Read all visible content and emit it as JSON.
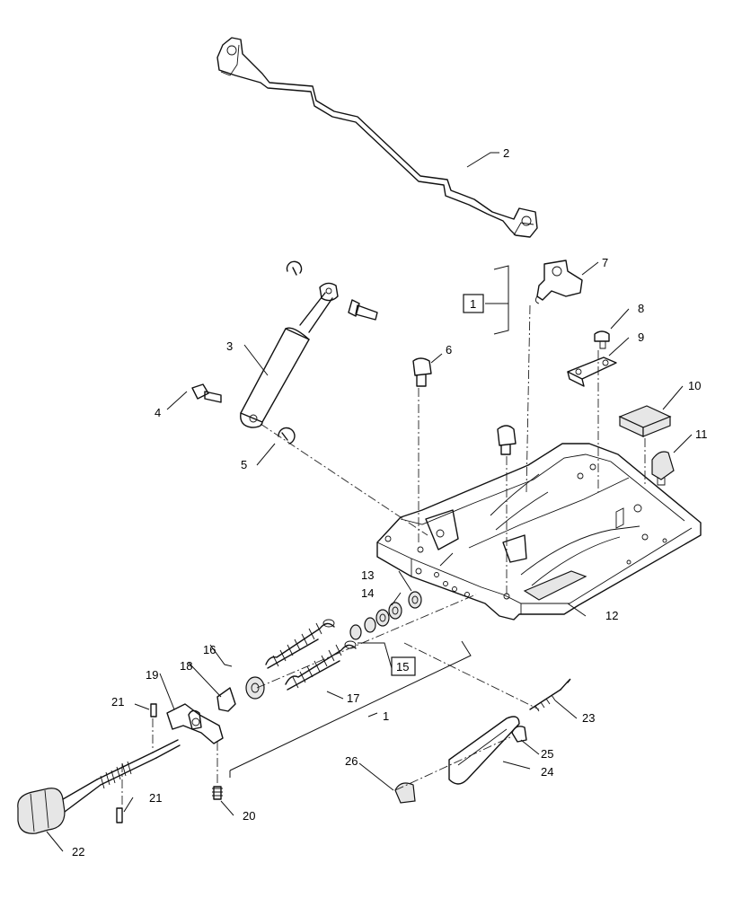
{
  "callouts": {
    "c1": "1",
    "c2": "2",
    "c3": "3",
    "c4": "4",
    "c5": "5",
    "c6": "6",
    "c7": "7",
    "c8": "8",
    "c9": "9",
    "c10": "10",
    "c11": "11",
    "c12": "12",
    "c13": "13",
    "c14": "14",
    "c15": "15",
    "c16": "16",
    "c17": "17",
    "c18": "18",
    "c19": "19",
    "c20": "20",
    "c21a": "21",
    "c21b": "21",
    "c22": "22",
    "c23": "23",
    "c24": "24",
    "c25": "25",
    "c26": "26"
  },
  "boxed_callouts": {
    "box1": "1",
    "box15": "15"
  }
}
